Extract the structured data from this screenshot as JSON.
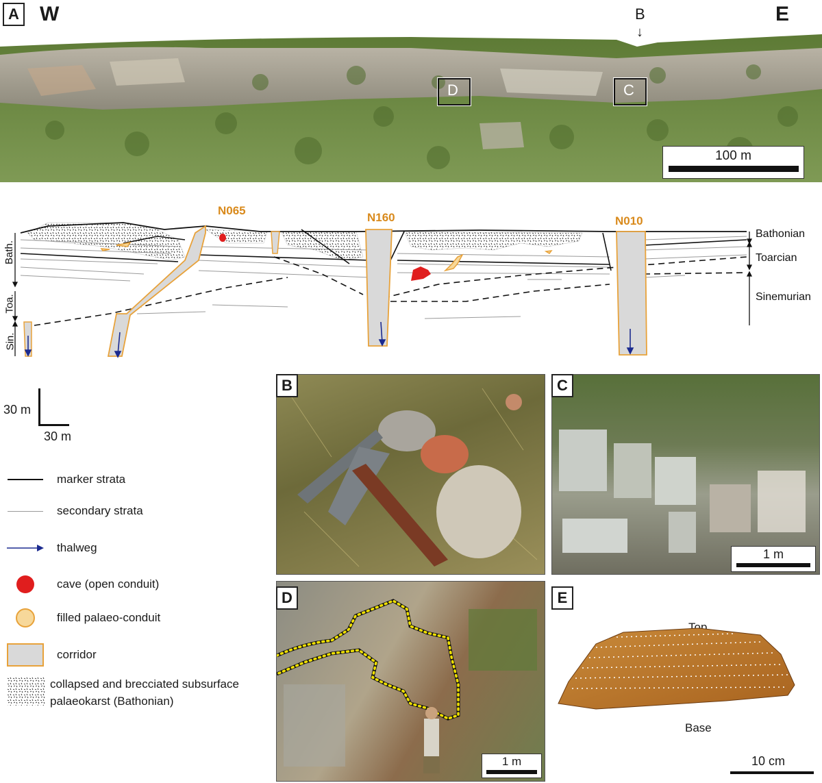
{
  "panel_a": {
    "letter": "A",
    "west": "W",
    "east": "E",
    "b_marker": "B",
    "b_arrow": "↓",
    "box_d": "D",
    "box_c": "C",
    "scale": "100 m"
  },
  "section": {
    "conduits": [
      "N065",
      "N160",
      "N010"
    ],
    "strat_right": [
      "Bathonian",
      "Toarcian",
      "Sinemurian"
    ],
    "strat_left": [
      "Bath.",
      "Toa.",
      "Sin."
    ],
    "scale_v": "30 m",
    "scale_h": "30 m"
  },
  "legend": {
    "marker": "marker strata",
    "secondary": "secondary strata",
    "thalweg": "thalweg",
    "cave": "cave (open conduit)",
    "filled": "filled palaeo-conduit",
    "corridor": "corridor",
    "collapsed_line1": "collapsed and brecciated subsurface",
    "collapsed_line2": "palaeokarst (Bathonian)"
  },
  "panel_b": {
    "letter": "B"
  },
  "panel_c": {
    "letter": "C",
    "scale": "1 m"
  },
  "panel_d": {
    "letter": "D",
    "scale": "1 m"
  },
  "panel_e": {
    "letter": "E",
    "top": "Top",
    "base": "Base",
    "scale": "10 cm"
  },
  "colors": {
    "conduit_orange": "#e8a23a",
    "cave_red": "#e01e1e",
    "thalweg_blue": "#1b2a8f",
    "corridor_gray": "#d9d9d9"
  }
}
